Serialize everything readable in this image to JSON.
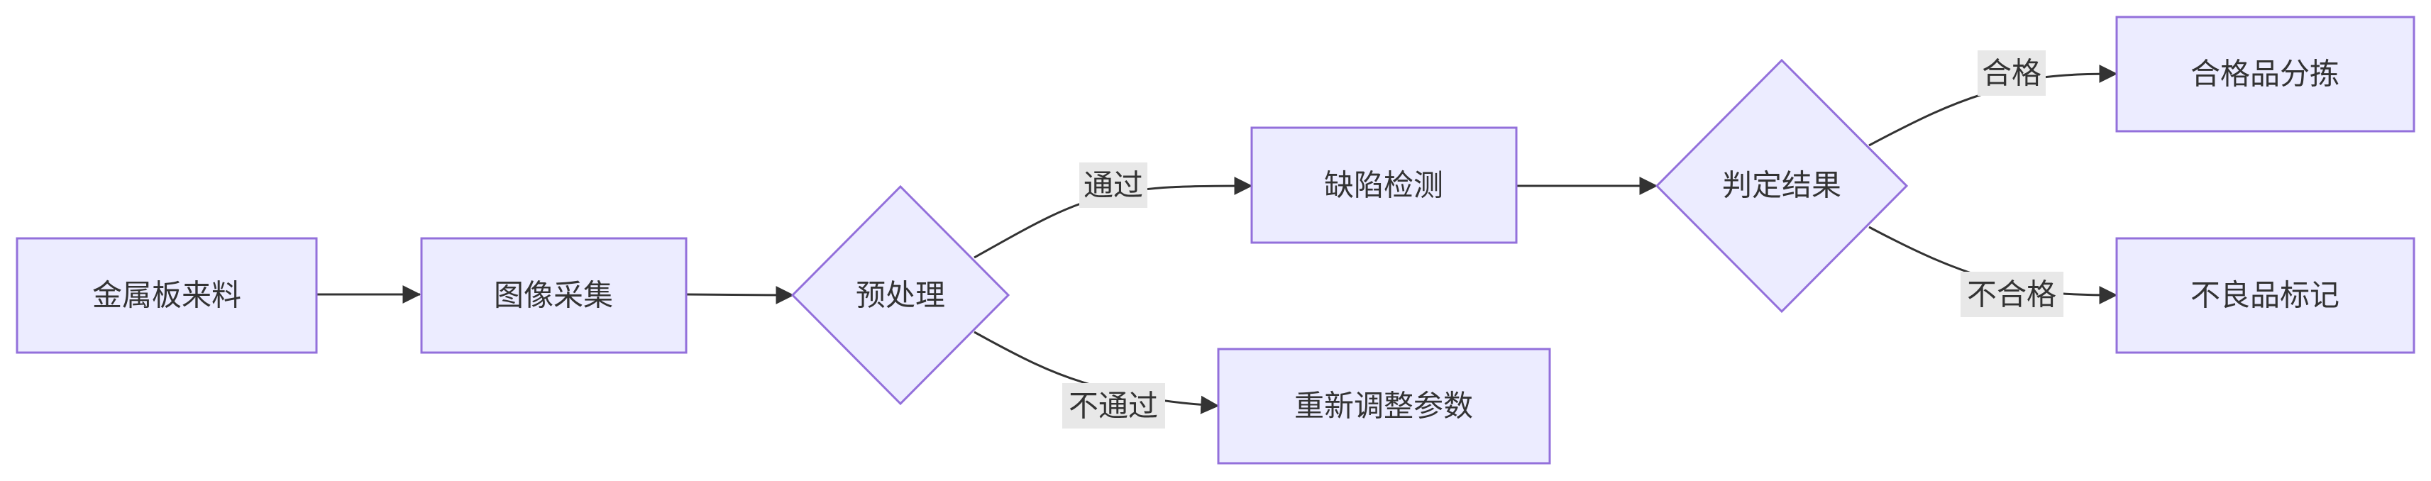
{
  "nodes": {
    "start": "金属板来料",
    "capture": "图像采集",
    "preprocess": "预处理",
    "detect": "缺陷检测",
    "readjust": "重新调整参数",
    "judge": "判定结果",
    "sort": "合格品分拣",
    "mark": "不良品标记"
  },
  "edges": {
    "pass": "通过",
    "fail": "不通过",
    "qualified": "合格",
    "unqualified": "不合格"
  }
}
